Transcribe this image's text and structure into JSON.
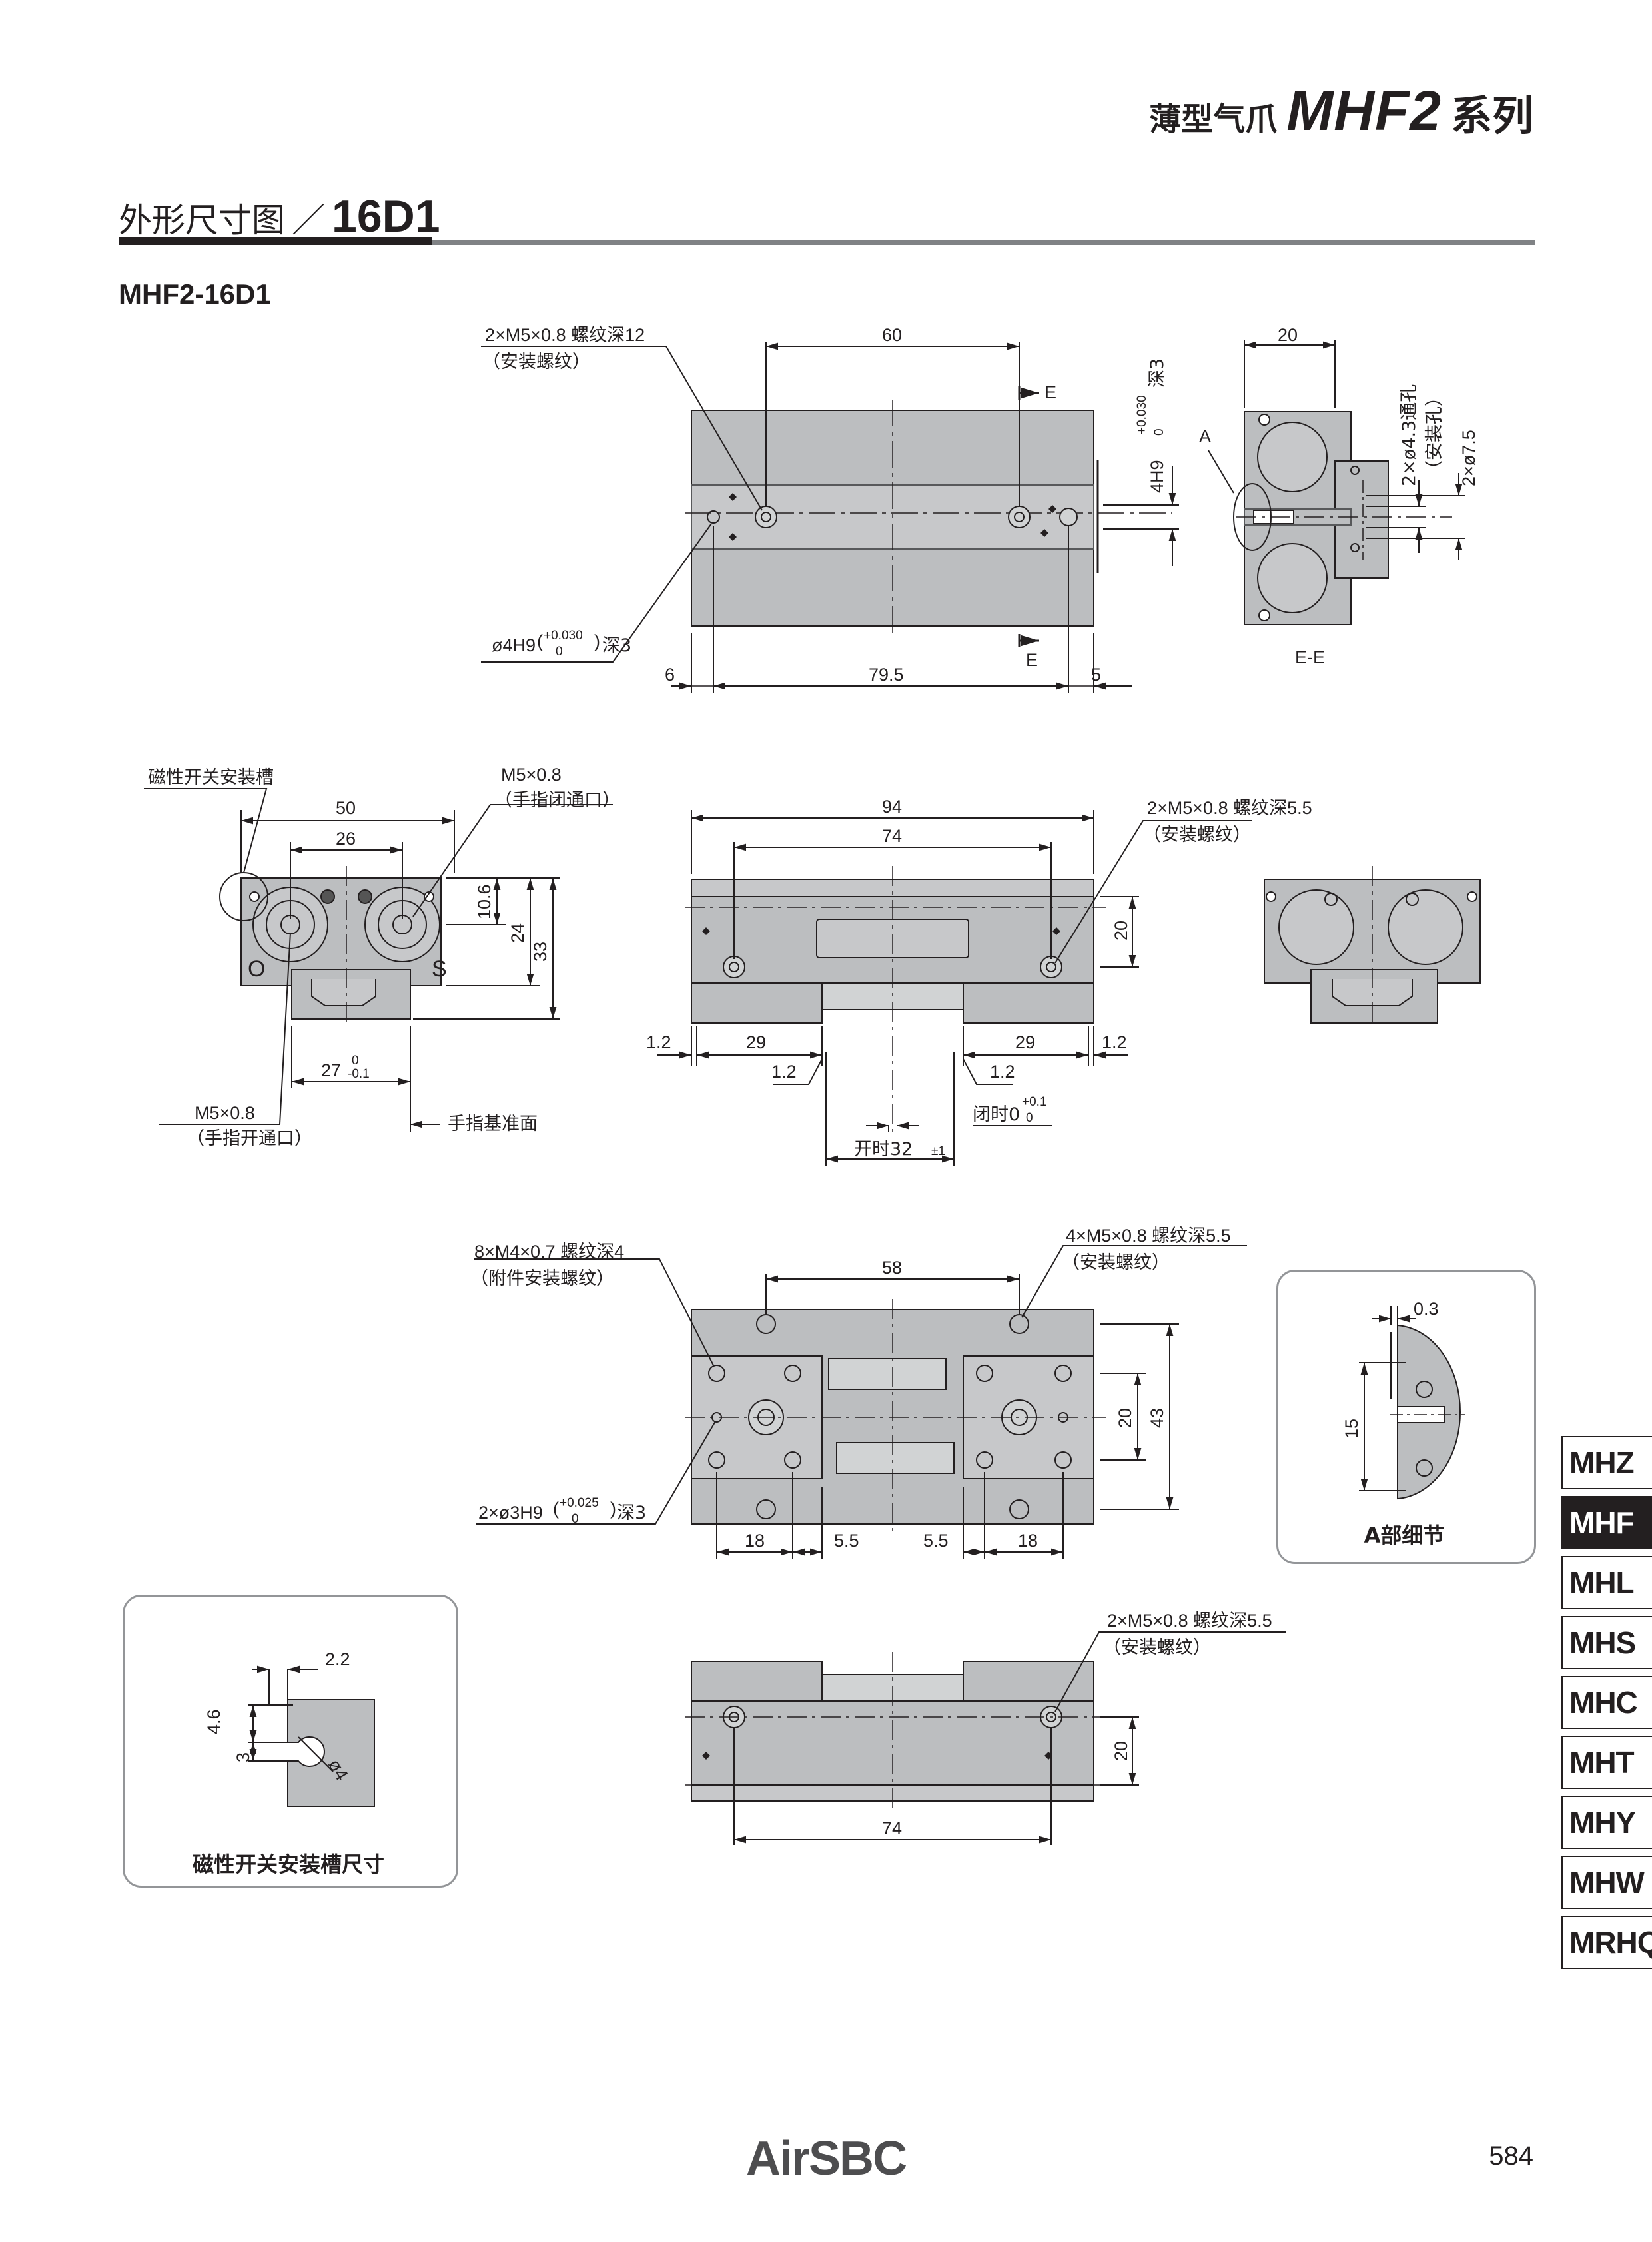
{
  "header": {
    "series_prefix": "薄型气爪",
    "model": "MHF2",
    "series_suffix": "系列"
  },
  "section": {
    "title_cn": "外形尺寸图",
    "separator": "／",
    "code": "16D1"
  },
  "model_label": "MHF2-16D1",
  "side_tabs": [
    {
      "label": "MHZ",
      "active": false
    },
    {
      "label": "MHF",
      "active": true
    },
    {
      "label": "MHL",
      "active": false
    },
    {
      "label": "MHS",
      "active": false
    },
    {
      "label": "MHC",
      "active": false
    },
    {
      "label": "MHT",
      "active": false
    },
    {
      "label": "MHY",
      "active": false
    },
    {
      "label": "MHW",
      "active": false
    },
    {
      "label": "MRHQ",
      "active": false
    }
  ],
  "views": {
    "top": {
      "callout_mount": "2×M5×0.8 螺纹深12",
      "callout_mount_note": "（安装螺纹）",
      "callout_pin": "ø4H9",
      "pin_tol_upper": "+0.030",
      "pin_tol_lower": "0",
      "pin_depth": "深3",
      "dim_60": "60",
      "dim_6": "6",
      "dim_79_5": "79.5",
      "dim_5": "5",
      "section_mark": "E",
      "slot_label": "4H9",
      "slot_tol_upper": "+0.030",
      "slot_tol_lower": "0",
      "slot_depth": "深3"
    },
    "section_ee": {
      "dim_20": "20",
      "detail_ref": "A",
      "hole_callout": "2×ø4.3通孔",
      "hole_note": "（安装孔）",
      "dim_d7_5": "2×ø7.5",
      "caption": "E-E"
    },
    "end": {
      "callout_switch": "磁性开关安装槽",
      "callout_close_port": "M5×0.8",
      "callout_close_note": "（手指闭通口）",
      "dim_50": "50",
      "dim_26": "26",
      "dim_10_6": "10.6",
      "dim_24": "24",
      "dim_33": "33",
      "port_o": "O",
      "port_s": "S",
      "dim_27": "27",
      "dim_27_tol_upper": "0",
      "dim_27_tol_lower": "-0.1",
      "callout_open_port": "M5×0.8",
      "callout_open_note": "（手指开通口）",
      "ref_surface": "手指基准面"
    },
    "front": {
      "dim_94": "94",
      "dim_74": "74",
      "dim_20": "20",
      "callout_mount": "2×M5×0.8 螺纹深5.5",
      "callout_mount_note": "（安装螺纹）",
      "dim_1_2_left": "1.2",
      "dim_29_left": "29",
      "dim_1_2_inner_left": "1.2",
      "dim_29_right": "29",
      "dim_1_2_right": "1.2",
      "dim_1_2_inner_right": "1.2",
      "closed_label": "闭时0",
      "closed_tol_upper": "+0.1",
      "closed_tol_lower": "0",
      "open_label": "开时32",
      "open_tol": "±1"
    },
    "bottom": {
      "callout_accessory": "8×M4×0.7 螺纹深4",
      "callout_accessory_note": "（附件安装螺纹）",
      "callout_mount": "4×M5×0.8 螺纹深5.5",
      "callout_mount_note": "（安装螺纹）",
      "dim_58": "58",
      "dim_20": "20",
      "dim_43": "43",
      "callout_pin": "2×ø3H9",
      "pin_tol_upper": "+0.025",
      "pin_tol_lower": "0",
      "pin_depth": "深3",
      "dim_18_left": "18",
      "dim_5_5_left": "5.5",
      "dim_5_5_right": "5.5",
      "dim_18_right": "18"
    },
    "detail_a": {
      "dim_0_3": "0.3",
      "dim_15": "15",
      "caption": "A部细节"
    },
    "slot_detail": {
      "dim_2_2": "2.2",
      "dim_4_6": "4.6",
      "dim_3": "3",
      "dim_d4": "ø4",
      "caption": "磁性开关安装槽尺寸"
    },
    "back": {
      "callout_mount": "2×M5×0.8 螺纹深5.5",
      "callout_mount_note": "（安装螺纹）",
      "dim_20": "20",
      "dim_74": "74"
    }
  },
  "footer": {
    "brand": "AirSBC",
    "page_number": "584"
  }
}
